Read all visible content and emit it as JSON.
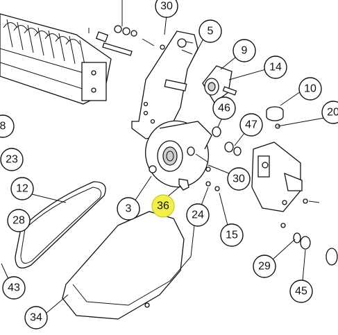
{
  "diagram": {
    "callouts": [
      {
        "id": "c30a",
        "label": "30"
      },
      {
        "id": "c5",
        "label": "5"
      },
      {
        "id": "c9",
        "label": "9"
      },
      {
        "id": "c14",
        "label": "14"
      },
      {
        "id": "c10",
        "label": "10"
      },
      {
        "id": "c20",
        "label": "20"
      },
      {
        "id": "c46",
        "label": "46"
      },
      {
        "id": "c47",
        "label": "47"
      },
      {
        "id": "c8",
        "label": "8"
      },
      {
        "id": "c23",
        "label": "23"
      },
      {
        "id": "c12",
        "label": "12"
      },
      {
        "id": "c28",
        "label": "28"
      },
      {
        "id": "c43",
        "label": "43"
      },
      {
        "id": "c34",
        "label": "34"
      },
      {
        "id": "c3",
        "label": "3"
      },
      {
        "id": "c36",
        "label": "36",
        "highlighted": true
      },
      {
        "id": "c24",
        "label": "24"
      },
      {
        "id": "c30b",
        "label": "30"
      },
      {
        "id": "c15",
        "label": "15"
      },
      {
        "id": "c29",
        "label": "29"
      },
      {
        "id": "c45",
        "label": "45"
      }
    ],
    "highlight_color": "#f3ef4a"
  }
}
